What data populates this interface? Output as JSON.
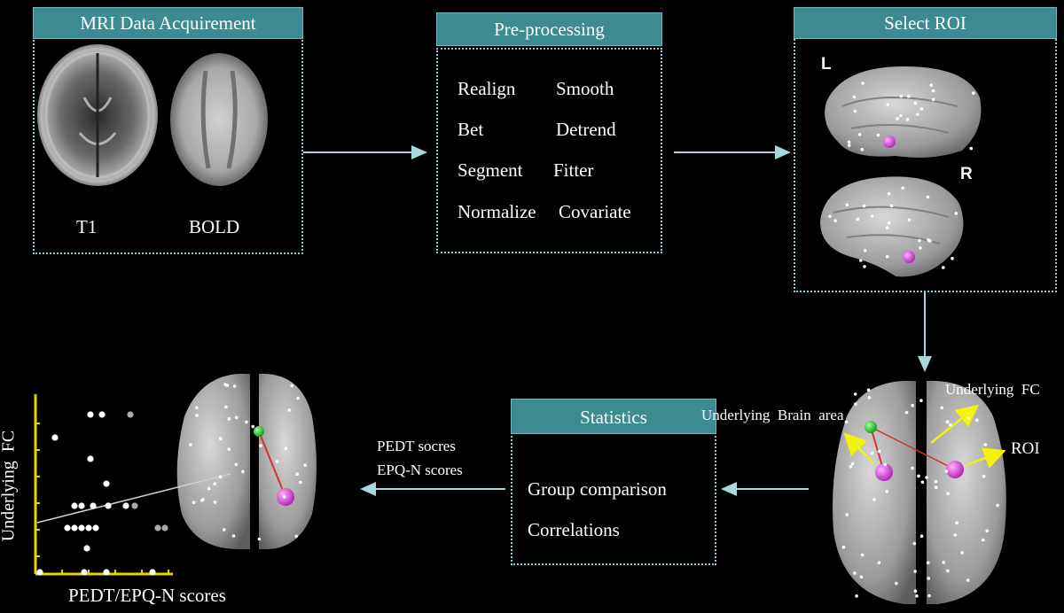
{
  "stages": {
    "mri": {
      "title": "MRI Data Acquirement",
      "t1_label": "T1",
      "bold_label": "BOLD"
    },
    "preprocessing": {
      "title": "Pre-processing",
      "steps": [
        "Realign",
        "Smooth",
        "Bet",
        "Detrend",
        "Segment",
        "Fitter",
        "Normalize",
        "Covariate"
      ]
    },
    "roi": {
      "title": "Select ROI",
      "left_label": "L",
      "right_label": "R"
    },
    "statistics": {
      "title": "Statistics",
      "items": [
        "Group comparison",
        "Correlations"
      ]
    }
  },
  "annotations": {
    "underlying_fc": "Underlying  FC",
    "underlying_brain_area": "Underlying  Brain  area",
    "roi": "ROI",
    "scores_line1": "PEDT socres",
    "scores_line2": "EPQ-N scores"
  },
  "scatter": {
    "ylabel": "Underlying  FC",
    "xlabel": "PEDT/EPQ-N scores"
  },
  "colors": {
    "header_fill": "#3c8b92",
    "dotted_border": "#8fd0d6",
    "arrow": "#a9d8dc",
    "axis": "#e6d400",
    "roi_sphere": "#cc33cc",
    "seed_sphere": "#22bb22",
    "annotation_arrow": "#f2f20a"
  }
}
